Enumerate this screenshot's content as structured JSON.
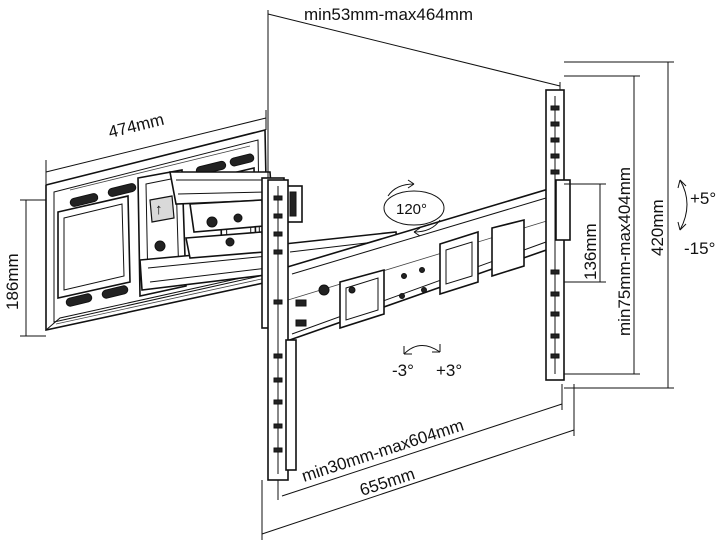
{
  "dimensions": {
    "top_width_range": "min53mm-max464mm",
    "arm_extension": "474mm",
    "wall_plate_height": "186mm",
    "rotation": "120°",
    "hole_spacing_v": "136mm",
    "vesa_v_range": "min75mm-max404mm",
    "overall_height": "420mm",
    "tilt_up": "+5°",
    "tilt_down": "-15°",
    "level_minus": "-3°",
    "level_plus": "+3°",
    "vesa_h_range": "min30mm-max604mm",
    "overall_width": "655mm"
  },
  "colors": {
    "line": "#111111",
    "background": "#ffffff"
  }
}
